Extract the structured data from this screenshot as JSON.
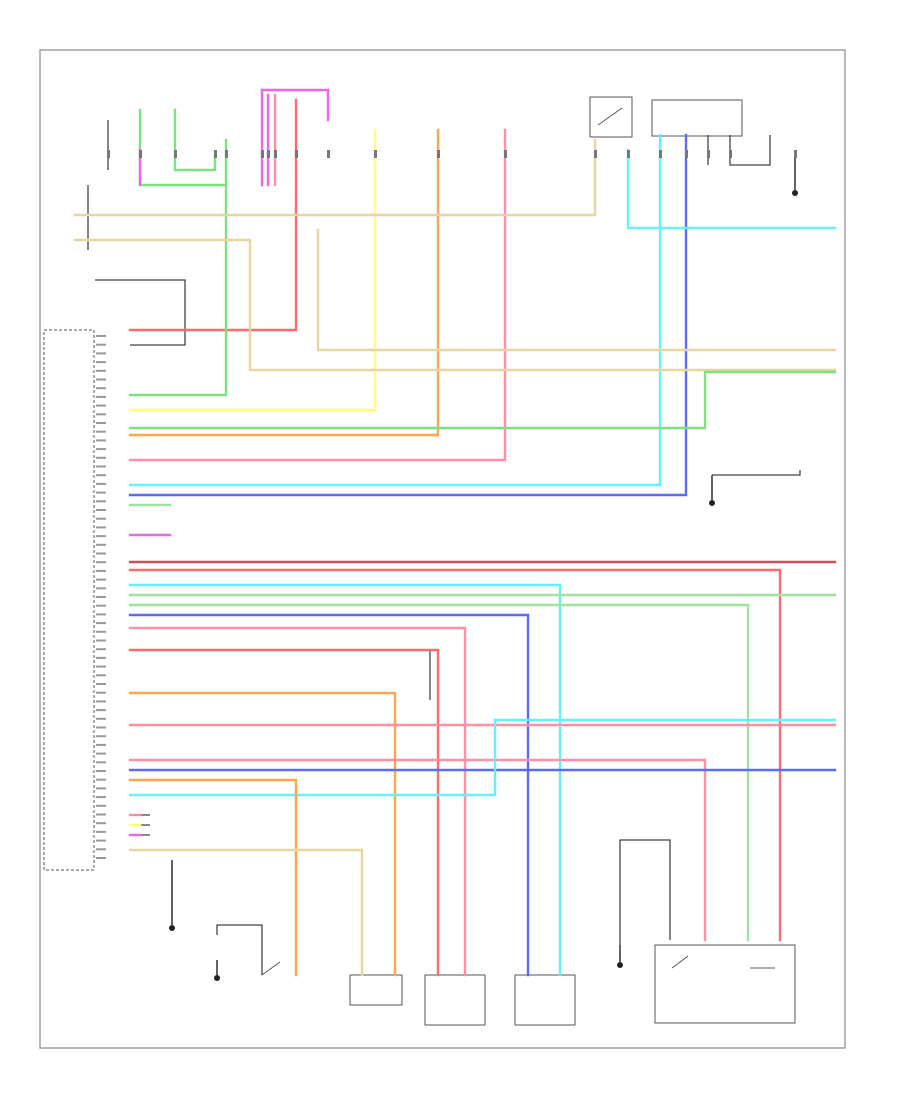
{
  "diagram": {
    "footer_code": "",
    "wire_colors": {
      "red": "#ff6b6b",
      "green": "#7ee07e",
      "yellow": "#ffff7a",
      "orange": "#ffa64d",
      "pink": "#ff8fa3",
      "cyan": "#66f0ff",
      "blue": "#5a6bff",
      "tan": "#e6d6a0",
      "magenta": "#ee66ee",
      "dark_red": "#c85060",
      "light_green": "#9fe39f",
      "gray": "#555555"
    },
    "components": [
      {
        "id": "top-fuse-block",
        "label": ""
      },
      {
        "id": "top-relay-1",
        "label": ""
      },
      {
        "id": "top-relay-2",
        "label": ""
      },
      {
        "id": "top-relay-3",
        "label": ""
      },
      {
        "id": "left-control-unit",
        "label": ""
      },
      {
        "id": "top-right-switch-box",
        "label": ""
      },
      {
        "id": "top-right-control-module",
        "label": ""
      },
      {
        "id": "bottom-switch-1",
        "label": ""
      },
      {
        "id": "bottom-speaker",
        "label": ""
      },
      {
        "id": "bottom-module-a",
        "label": ""
      },
      {
        "id": "bottom-module-b",
        "label": ""
      },
      {
        "id": "bottom-right-module",
        "label": ""
      }
    ]
  }
}
